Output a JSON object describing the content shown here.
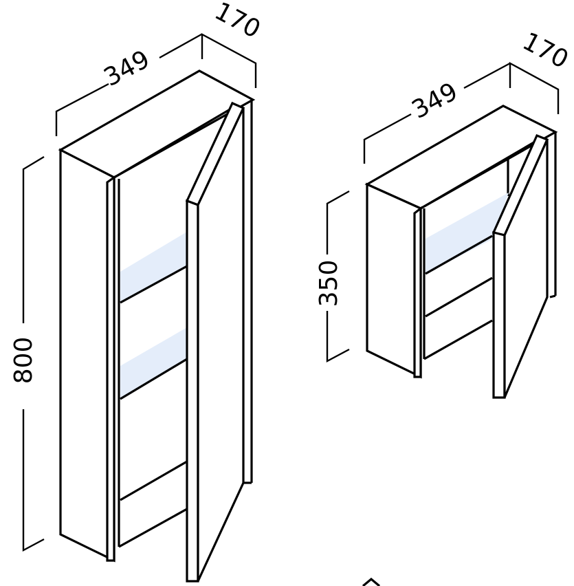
{
  "tall_cabinet": {
    "width_label": "349",
    "depth_label": "170",
    "height_label": "800"
  },
  "short_cabinet": {
    "width_label": "349",
    "depth_label": "170",
    "height_label": "350"
  },
  "colors": {
    "line": "#000000",
    "glass_shelf": "#e4edfa",
    "background": "#ffffff"
  }
}
